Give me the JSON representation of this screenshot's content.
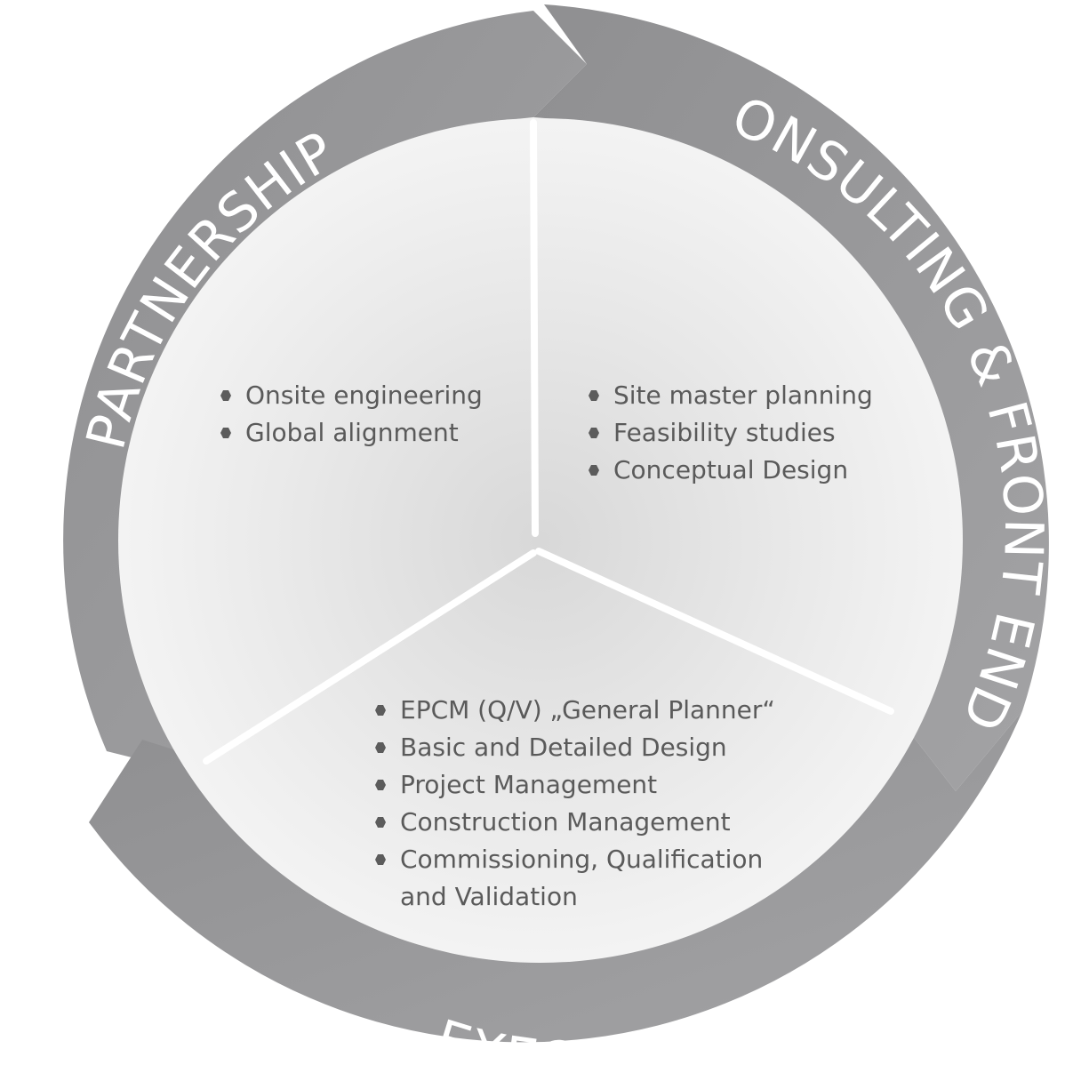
{
  "colors": {
    "ring": "#9b9b9d",
    "ring_dark": "#8a8a8c",
    "inner_light": "#f7f7f7",
    "inner_mid": "#dcdcdc",
    "divider": "#ffffff",
    "bullet_text": "#5a5a5a",
    "ring_text": "#ffffff"
  },
  "ring_labels": {
    "partnership": "PARTNERSHIP",
    "consulting": "CONSULTING & FRONT END",
    "execution": "EXECUTION"
  },
  "sections": {
    "partnership": {
      "items": [
        "Onsite engineering",
        "Global alignment"
      ]
    },
    "consulting": {
      "items": [
        "Site master planning",
        "Feasibility studies",
        "Conceptual Design"
      ]
    },
    "execution": {
      "items": [
        "EPCM (Q/V) „General Planner“",
        "Basic and Detailed Design",
        "Project Management",
        "Construction Management",
        "Commissioning, Qualification"
      ],
      "continuation": "and Validation"
    }
  }
}
